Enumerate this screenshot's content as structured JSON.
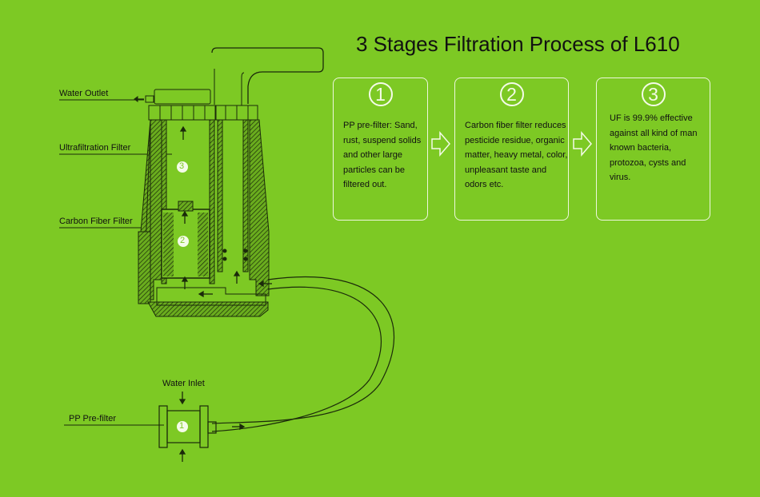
{
  "title": "3 Stages Filtration Process of L610",
  "stages": [
    {
      "number": "1",
      "lines": [
        "PP pre-filter: Sand,",
        "rust, suspend solids",
        "and other large",
        "particles can be",
        "filtered out."
      ]
    },
    {
      "number": "2",
      "lines": [
        "Carbon fiber filter reduces",
        "pesticide residue, organic",
        "matter, heavy metal, color,",
        "unpleasant taste and",
        "odors etc."
      ]
    },
    {
      "number": "3",
      "lines": [
        "UF is 99.9% effective",
        "against all kind of man",
        "known bacteria,",
        "protozoa, cysts and",
        "virus."
      ]
    }
  ],
  "labels": {
    "water_outlet": "Water Outlet",
    "ultrafiltration": "Ultrafiltration Filter",
    "carbon": "Carbon Fiber Filter",
    "water_inlet": "Water Inlet",
    "pp": "PP Pre-filter"
  },
  "diagram_markers": [
    "3",
    "2",
    "1"
  ],
  "colors": {
    "background": "#7dc924",
    "line": "#1b2a0a",
    "white": "#f4fbe8"
  }
}
